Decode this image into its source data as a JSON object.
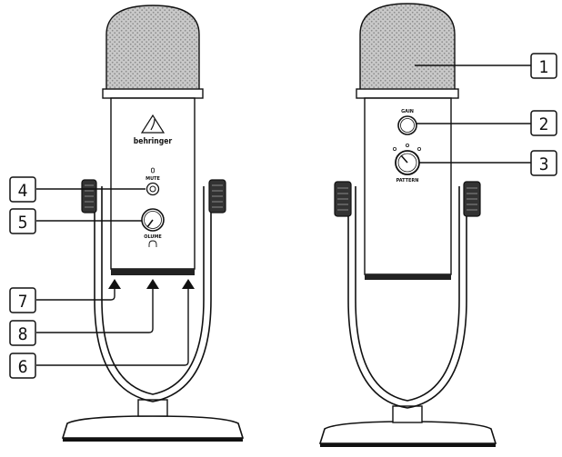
{
  "brand": {
    "logo_text": "behringer"
  },
  "labels": {
    "mute": "MUTE",
    "volume": "OLUME",
    "gain": "GAIN",
    "pattern": "PATTERN"
  },
  "callouts": [
    {
      "id": "c1",
      "number": "1"
    },
    {
      "id": "c2",
      "number": "2"
    },
    {
      "id": "c3",
      "number": "3"
    },
    {
      "id": "c4",
      "number": "4"
    },
    {
      "id": "c5",
      "number": "5"
    },
    {
      "id": "c6",
      "number": "6"
    },
    {
      "id": "c7",
      "number": "7"
    },
    {
      "id": "c8",
      "number": "8"
    }
  ]
}
